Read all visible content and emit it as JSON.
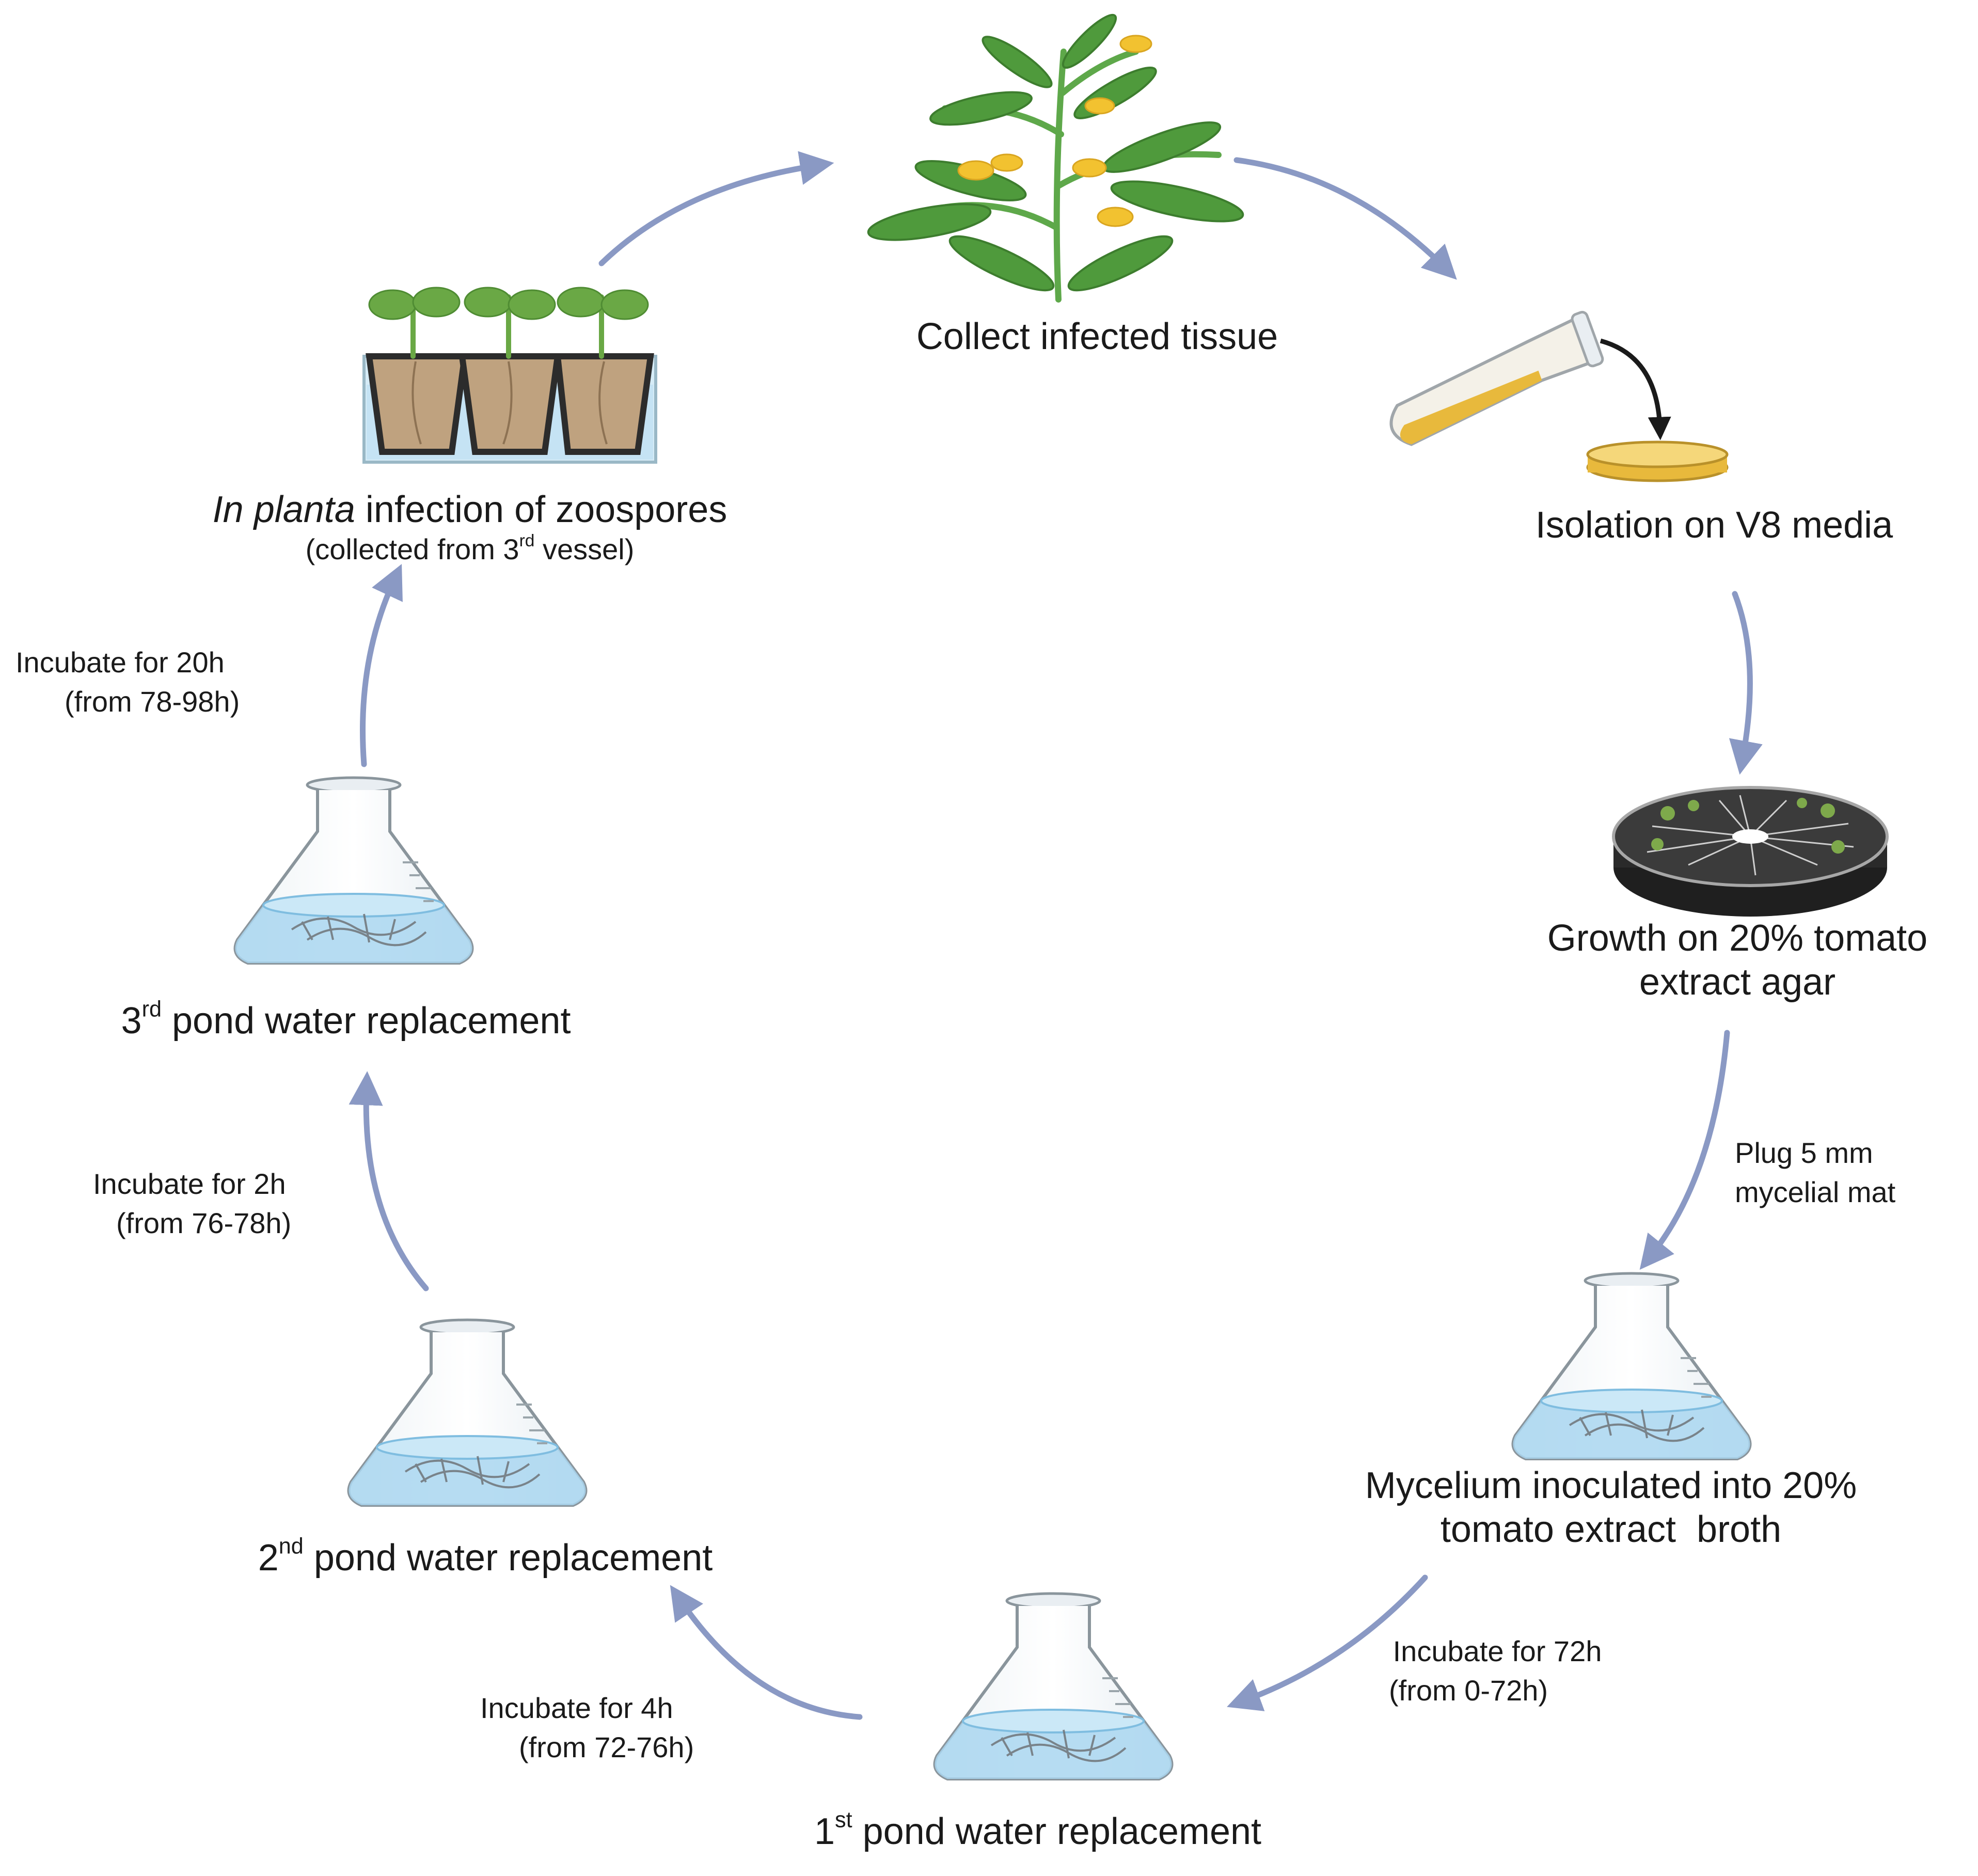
{
  "colors": {
    "arrow": "#8a99c4",
    "leaf": "#4f9a3c",
    "flower": "#f2c230",
    "water": "#a9d6f0",
    "soil": "#bfa27f",
    "media": "#e8b93c",
    "dish_dark": "#2f2f2f"
  },
  "steps": {
    "collect": {
      "label": "Collect infected tissue"
    },
    "isolation": {
      "label": "Isolation on V8 media"
    },
    "growth": {
      "line1": "Growth on 20% tomato",
      "line2": "extract agar"
    },
    "plug": {
      "line1": "Plug 5 mm",
      "line2": "mycelial mat"
    },
    "mycelium": {
      "line1": "Mycelium inoculated into 20%",
      "line2": "tomato extract  broth"
    },
    "incubate72": {
      "line1": "Incubate for 72h",
      "line2": "(from 0-72h)"
    },
    "first": {
      "num": "1",
      "sup": "st",
      "rest": " pond water replacement"
    },
    "incubate4": {
      "line1": "Incubate for 4h",
      "line2": "(from 72-76h)"
    },
    "second": {
      "num": "2",
      "sup": "nd",
      "rest": " pond water replacement"
    },
    "incubate2": {
      "line1": "Incubate for 2h",
      "line2": "(from 76-78h)"
    },
    "third": {
      "num": "3",
      "sup": "rd",
      "rest": " pond water replacement"
    },
    "incubate20": {
      "line1": "Incubate for 20h",
      "line2": "(from 78-98h)"
    },
    "inplanta": {
      "italic": "In planta",
      "rest": " infection of zoospores",
      "sub_pre": "(collected from 3",
      "sub_sup": "rd",
      "sub_post": " vessel)"
    }
  }
}
